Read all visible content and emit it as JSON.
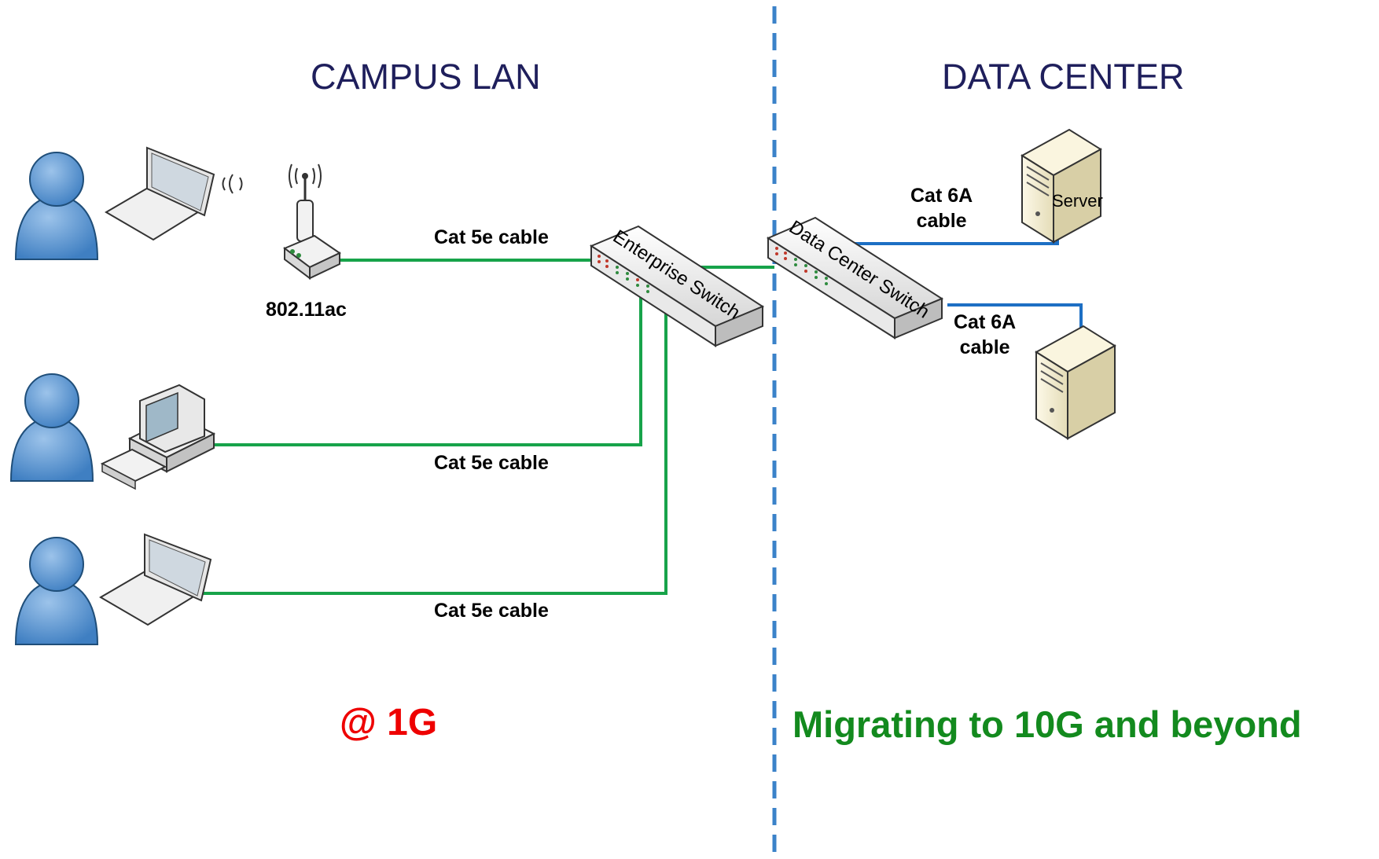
{
  "sections": {
    "campus_title": "CAMPUS LAN",
    "datacenter_title": "DATA CENTER"
  },
  "labels": {
    "wifi_standard": "802.11ac",
    "cable_ap": "Cat 5e cable",
    "cable_desktop": "Cat 5e cable",
    "cable_laptop": "Cat 5e cable",
    "cable_server1_line1": "Cat 6A",
    "cable_server1_line2": "cable",
    "cable_server2_line1": "Cat 6A",
    "cable_server2_line2": "cable",
    "enterprise_switch": "Enterprise Switch",
    "datacenter_switch": "Data Center Switch",
    "server": "Server"
  },
  "speeds": {
    "campus": "@ 1G",
    "datacenter": "Migrating to 10G and beyond"
  },
  "colors": {
    "campus_cable": "#17a34a",
    "datacenter_cable": "#1d6fc4",
    "divider": "#3b82c9",
    "campus_speed": "#ee0000",
    "datacenter_speed": "#138a1e",
    "title": "#1f1f5c",
    "user_fill": "#5b9bd5"
  }
}
